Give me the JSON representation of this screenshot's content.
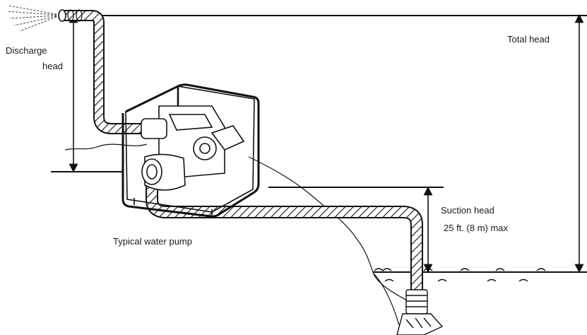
{
  "labels": {
    "discharge_line1": "Discharge",
    "discharge_line2": "head",
    "total_head": "Total head",
    "suction_line1": "Suction head",
    "suction_line2": "25 ft. (8 m) max",
    "pump": "Typical water pump"
  },
  "colors": {
    "ink": "#111111",
    "hose_fill": "#ffffff",
    "background": "#ffffff"
  }
}
